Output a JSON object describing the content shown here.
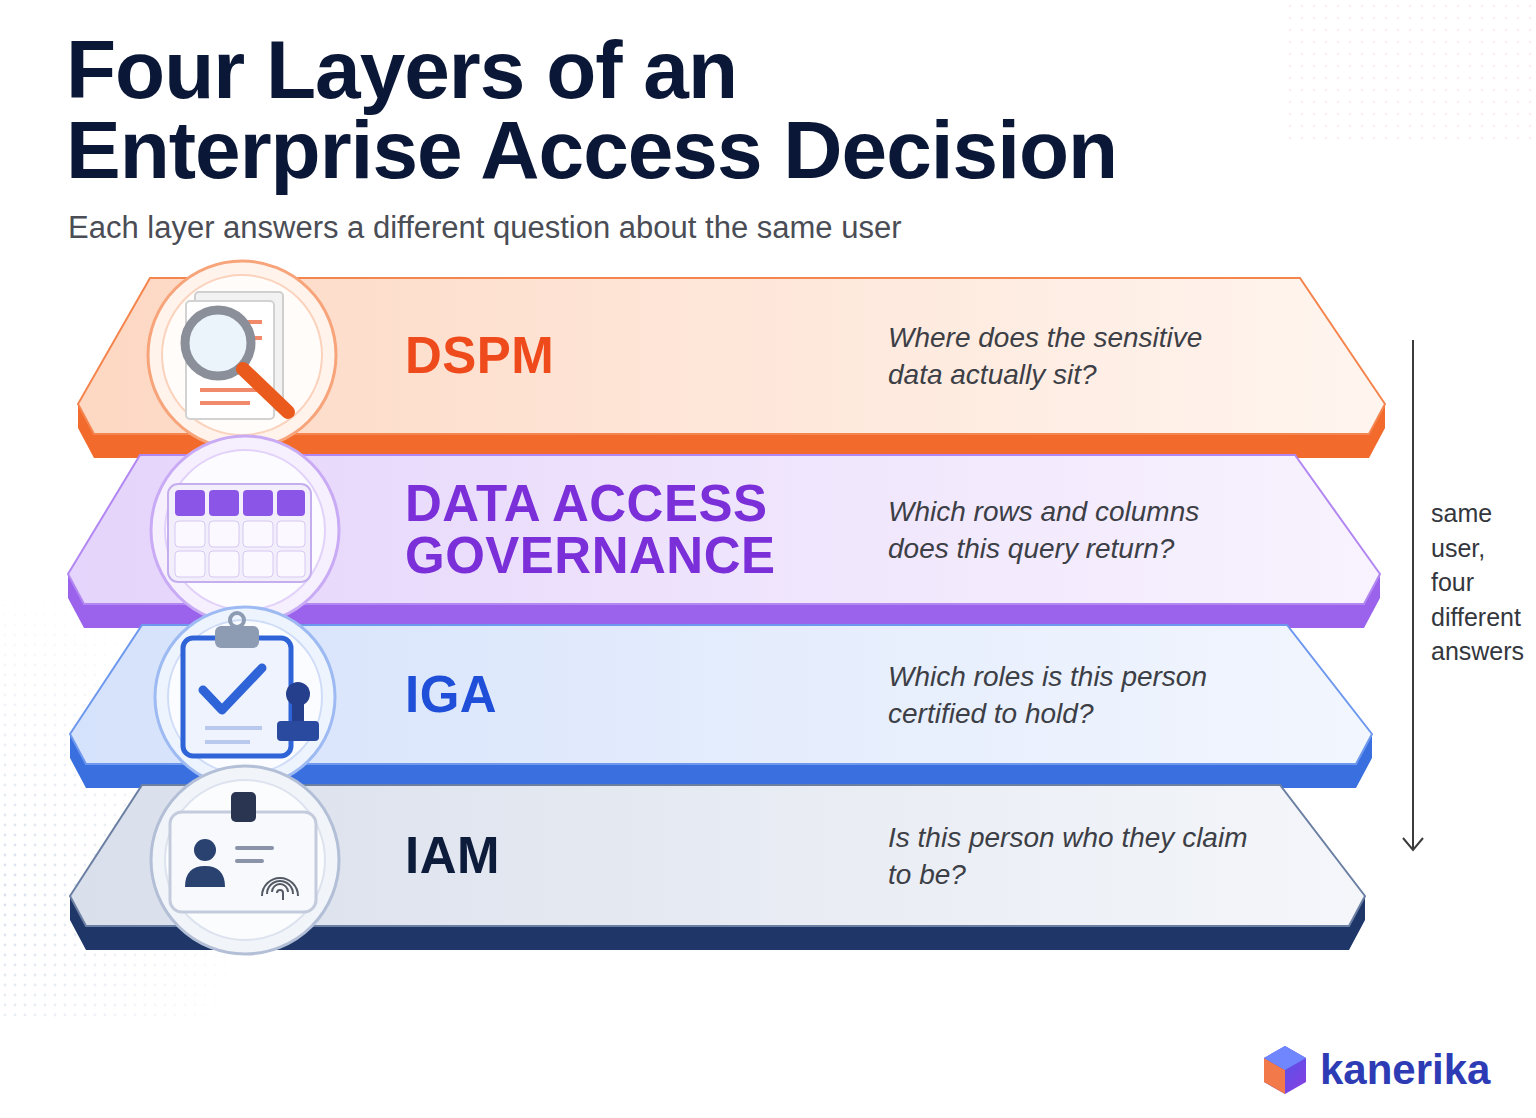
{
  "diagram": {
    "title": "Four Layers of an Enterprise Access Decision",
    "nodes": [
      {
        "text": [
          "DSPM",
          "Where does the sensitive data actually sit?"
        ]
      },
      {
        "text": [
          "DATA ACCESS GOVERNANCE",
          "Which rows and columns does this query return?"
        ]
      },
      {
        "text": [
          "IGA",
          "Which roles is this person certified to hold?"
        ]
      },
      {
        "text": [
          "IAM",
          "Is this person who they claim to be?"
        ]
      }
    ],
    "labels": [
      "Each layer answers a different question about the same user",
      "same user, four different answers",
      "kanerika"
    ]
  }
}
